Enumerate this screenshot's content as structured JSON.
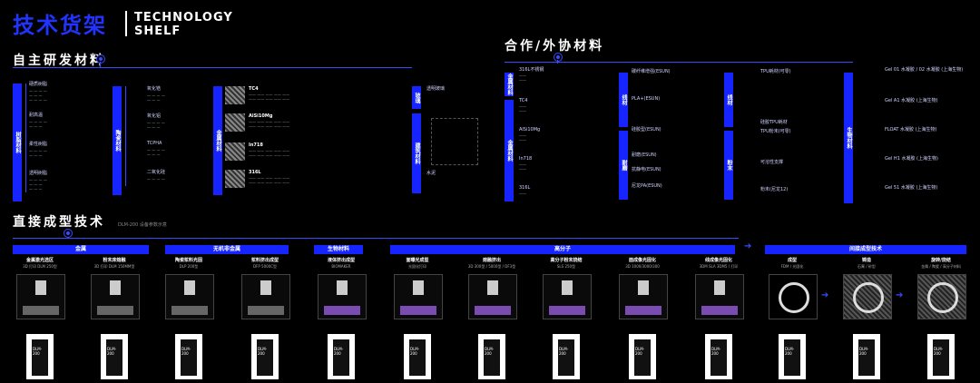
{
  "header": {
    "title_cn": "技术货架",
    "title_en_1": "TECHNOLOGY",
    "title_en_2": "SHELF"
  },
  "self_dev": {
    "title": "自主研发材料",
    "groups": [
      {
        "label": "树脂材料"
      },
      {
        "label": "陶瓷材料"
      },
      {
        "label": "金属材料"
      },
      {
        "label": "玻璃"
      },
      {
        "label": "建筑材料"
      }
    ],
    "items_col1": [
      "硬质树脂",
      "耐高温",
      "柔性树脂",
      "透明树脂"
    ],
    "items_col2": [
      "氧化锆",
      "氧化铝",
      "TCPHA",
      "二氧化硅"
    ],
    "metals": [
      "TC4",
      "AlSi10Mg",
      "In718",
      "316L"
    ],
    "glass_item": "透明玻璃",
    "build_item": "水泥"
  },
  "partner": {
    "title": "合作/外协材料",
    "groups": [
      "金属材料",
      "金属材料",
      "线材",
      "耐磨",
      "线材",
      "粉末",
      "生物材料"
    ],
    "metal_items": [
      "316L不锈钢",
      "TC4",
      "AlSi10Mg",
      "In718",
      "316L"
    ],
    "wire_items": [
      "碳纤维增强(ESUN)",
      "PLA+(ESUN)",
      "硅胶型(ESUN)",
      "耐磨(ESUN)",
      "抗静电(ESUN)",
      "尼龙PA(ESUN)"
    ],
    "tpu_items": [
      "TPU耗材(可零)",
      "硅胶TPU耗材",
      "TPU粉末(可零)",
      "可溶性支撑",
      "粉末(尼龙12)"
    ],
    "bio_items": [
      "Gel 01 水凝胶 / 02 水凝胶 (上海生物)",
      "Gel A1 水凝胶 (上海生物)",
      "FLOAT 水凝胶 (上海生物)",
      "Gel H1 水凝胶 (上海生物)",
      "Gel 51 水凝胶 (上海生物)"
    ]
  },
  "direct": {
    "title": "直接成型技术",
    "note": "DLM-200 设备参数示意",
    "categories": [
      "金属",
      "无机非金属",
      "生物材料",
      "高分子",
      "间接成型技术"
    ],
    "processes": [
      {
        "name": "金属激光选区",
        "sub": "3D 打印 DLM 250型"
      },
      {
        "name": "粉末床熔融",
        "sub": "3D 打印 DLM 150MM型"
      },
      {
        "name": "陶瓷浆料光固",
        "sub": "DLP 200型"
      },
      {
        "name": "浆料挤出成型",
        "sub": "DFP 5000C型"
      },
      {
        "name": "液体挤出成型",
        "sub": "BIOMAKER"
      },
      {
        "name": "面曝光成型",
        "sub": "光固化打印"
      },
      {
        "name": "熔融挤出",
        "sub": "3D 300型 / 5000型 / DF3型"
      },
      {
        "name": "高分子粉末烧结",
        "sub": "SLS 250型"
      },
      {
        "name": "面成像光固化",
        "sub": "3D 1000/3000/300"
      },
      {
        "name": "线成像光固化",
        "sub": "3DM SLA 3DM5 / 打印"
      },
      {
        "name": "成型",
        "sub": "FDM / 光固化"
      },
      {
        "name": "铸造",
        "sub": "石膏 / 砂型"
      },
      {
        "name": "旋转/烧结",
        "sub": "金属 / 陶瓷 / 高分子材料"
      }
    ],
    "card_label": "DLM-200"
  }
}
